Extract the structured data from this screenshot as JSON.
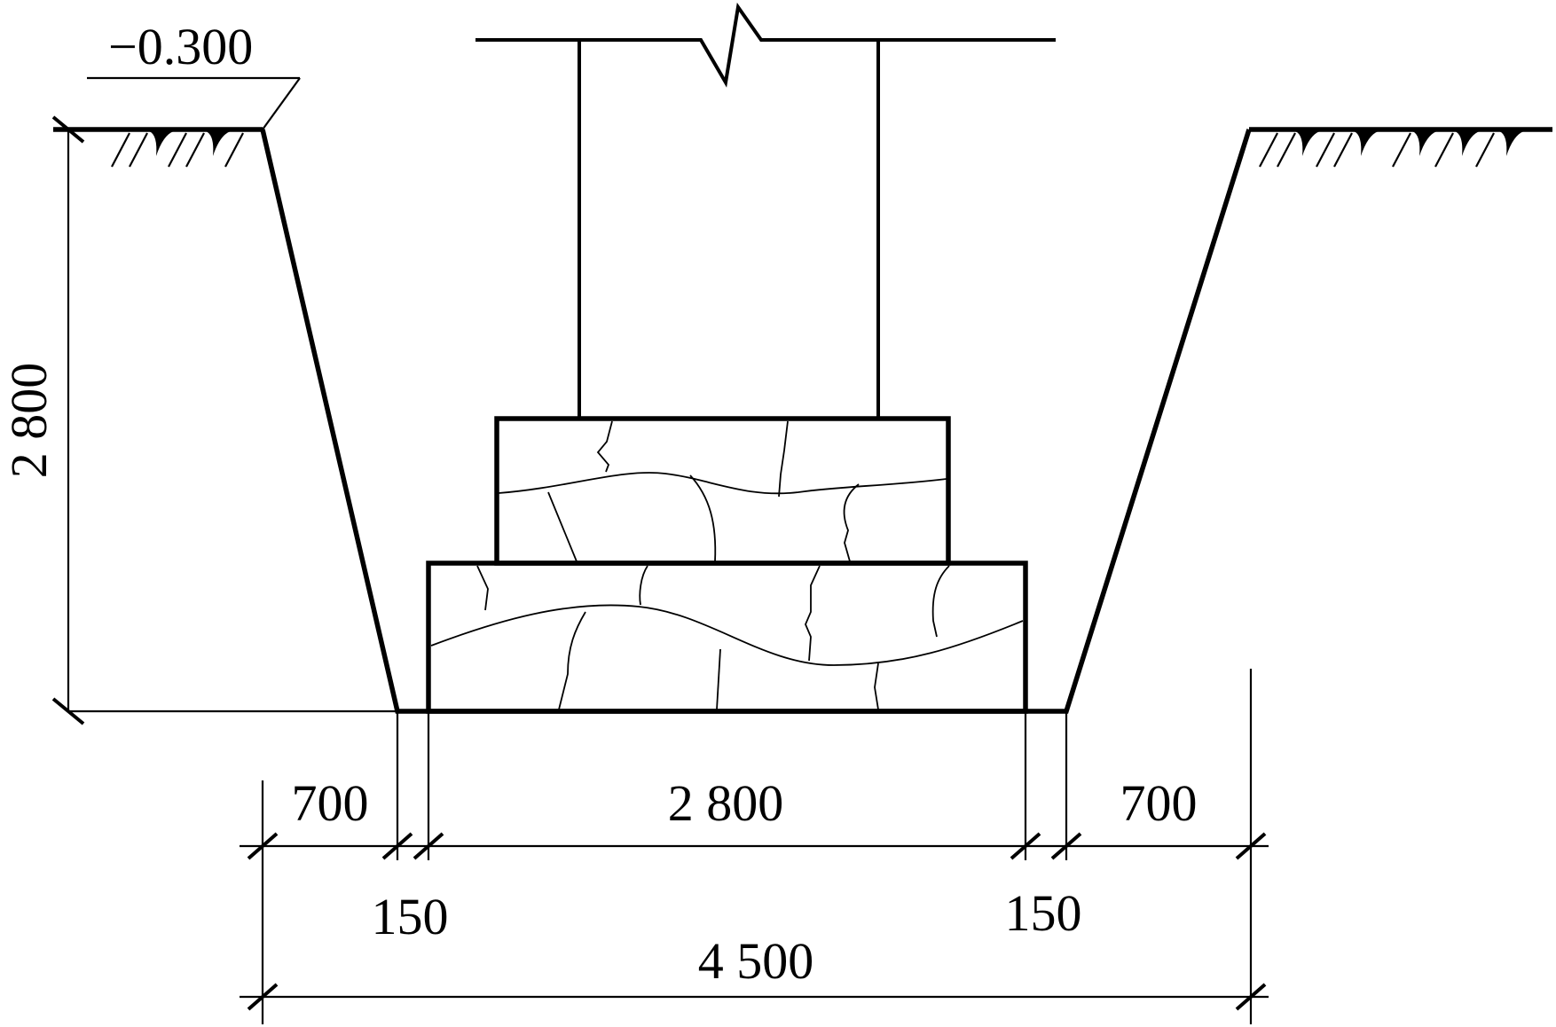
{
  "elevation_label": "−0.300",
  "dimensions": {
    "depth": "2 800",
    "left_working_space": "700",
    "footing_width": "2 800",
    "right_working_space": "700",
    "left_offset": "150",
    "right_offset": "150",
    "total_width": "4 500"
  }
}
